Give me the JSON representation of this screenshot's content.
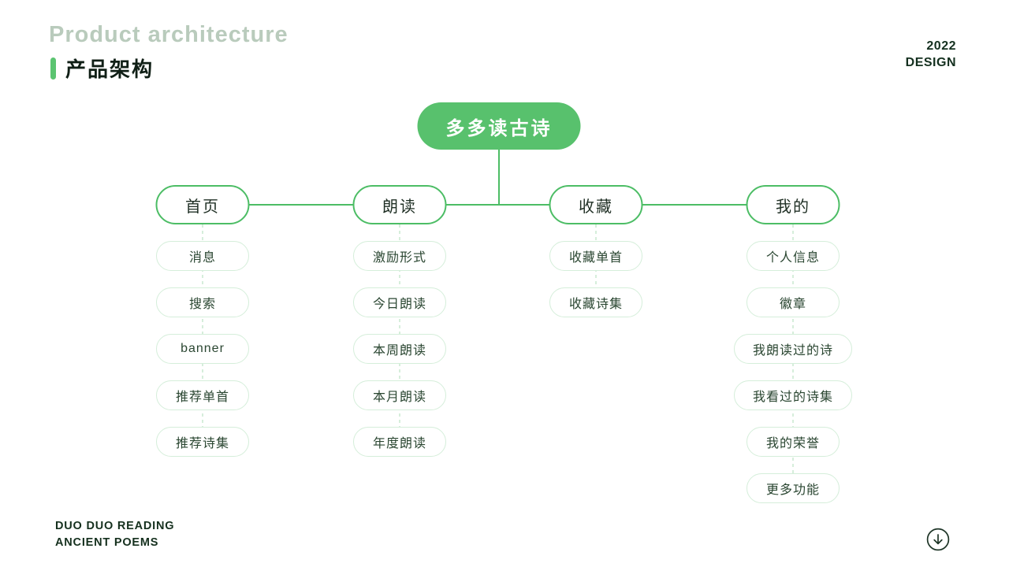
{
  "header": {
    "title_en": "Product architecture",
    "title_zh": "产品架构",
    "badge_year": "2022",
    "badge_text": "DESIGN"
  },
  "tree": {
    "root": "多多读古诗",
    "branches": [
      {
        "label": "首页",
        "children": [
          "消息",
          "搜索",
          "banner",
          "推荐单首",
          "推荐诗集"
        ]
      },
      {
        "label": "朗读",
        "children": [
          "激励形式",
          "今日朗读",
          "本周朗读",
          "本月朗读",
          "年度朗读"
        ]
      },
      {
        "label": "收藏",
        "children": [
          "收藏单首",
          "收藏诗集"
        ]
      },
      {
        "label": "我的",
        "children": [
          "个人信息",
          "徽章",
          "我朗读过的诗",
          "我看过的诗集",
          "我的荣誉",
          "更多功能"
        ]
      }
    ]
  },
  "footer": {
    "line1": "DUO DUO READING",
    "line2": "ANCIENT POEMS"
  },
  "icons": {
    "scroll_down": "down-arrow-circle-icon"
  },
  "colors": {
    "root_fill": "#58c16d",
    "branch_border": "#4cbd65",
    "child_border": "#d5eeda",
    "dashed_line": "#c9e9cf",
    "text_dark": "#1f2f24",
    "muted_title": "#b9cbbc"
  }
}
